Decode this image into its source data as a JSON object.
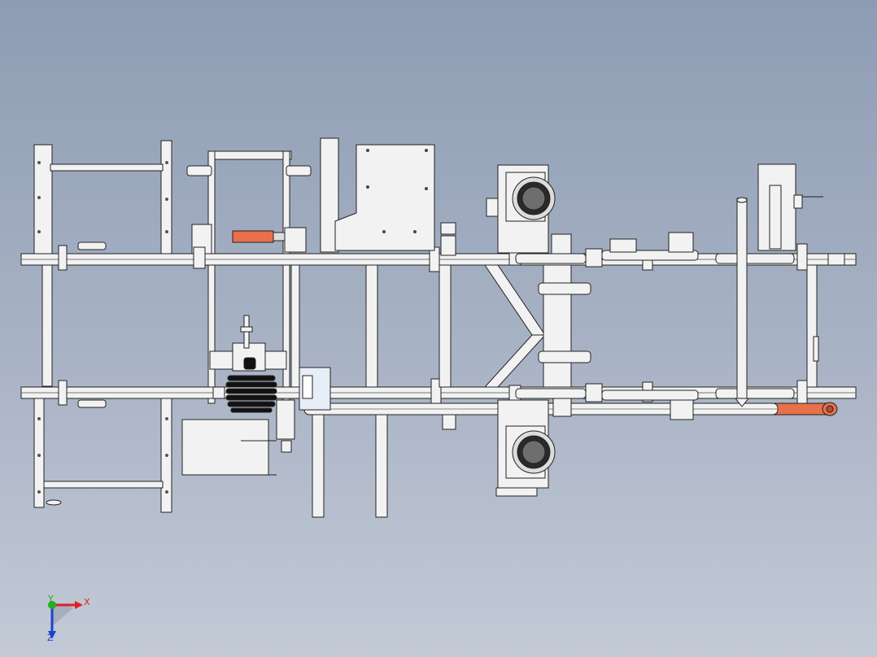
{
  "triad": {
    "x_label": "X",
    "y_label": "Y",
    "z_label": "Z",
    "x_color": "#e02020",
    "y_color": "#20b020",
    "z_color": "#2040d0"
  },
  "colors": {
    "background_top": "#8e9cb3",
    "background_bottom": "#c3cad6",
    "part_fill": "#f2f2f2",
    "outline": "#222222",
    "accent_pipe": "#e8704a"
  }
}
